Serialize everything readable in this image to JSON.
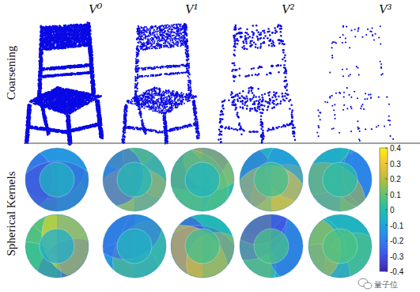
{
  "diagram": {
    "labels": [
      "Coarsening",
      "V⁰",
      "V¹",
      "V²",
      "V³",
      "Spherical Kernels",
      "0.4",
      "0.3",
      "0.2",
      "0.1",
      "0",
      "-0.1",
      "-0.2",
      "-0.3",
      "-0.4",
      "量子位"
    ]
  }
}
